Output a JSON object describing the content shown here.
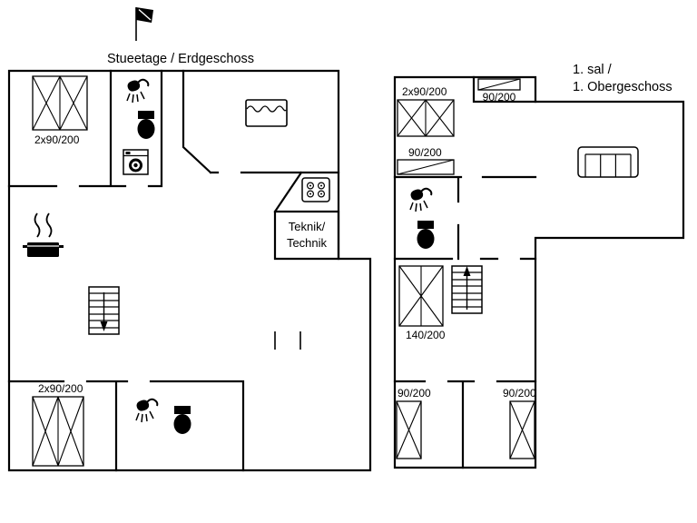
{
  "ground_floor": {
    "title": "Stueetage / Erdgeschoss",
    "windows": {
      "top_left_label": "2x90/200",
      "bottom_left_label": "2x90/200"
    },
    "teknik_room": {
      "line1": "Teknik/",
      "line2": "Technik"
    },
    "fixtures": [
      "flag",
      "shower",
      "toilet",
      "washing-machine",
      "double-bed",
      "stove-hob",
      "cooking-pot",
      "stairs",
      "shower",
      "toilet"
    ]
  },
  "upper_floor": {
    "title_line1": "1. sal /",
    "title_line2": "1. Obergeschoss",
    "windows": {
      "top_left_label": "2x90/200",
      "top_right_label": "90/200",
      "mid_left_label": "90/200",
      "stairwell_label": "140/200",
      "bottom_left_label": "90/200",
      "bottom_right_label": "90/200"
    },
    "fixtures": [
      "shower",
      "toilet",
      "sofa",
      "stairs"
    ]
  },
  "colors": {
    "line": "#000000",
    "background": "#ffffff"
  }
}
